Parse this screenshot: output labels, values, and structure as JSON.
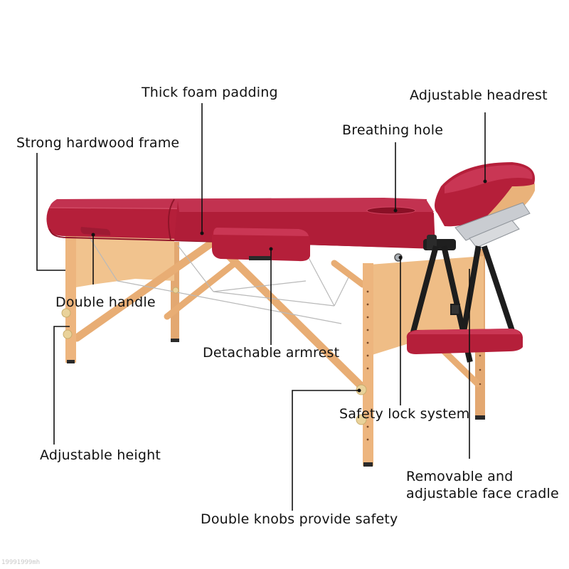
{
  "figure": {
    "subject": "Portable folding massage table",
    "colors": {
      "upholstery": "#b51f3a",
      "upholstery_shadow": "#8f1429",
      "upholstery_highlight": "#cf3a55",
      "wood": "#e9b27a",
      "wood_dark": "#cf925a",
      "panel": "#f1c38e",
      "strap": "#1d1d1d",
      "metal": "#c9ccd1",
      "leader_line": "#111111",
      "background": "#ffffff"
    }
  },
  "callouts": [
    {
      "id": "thick-foam-padding",
      "text": "Thick foam padding"
    },
    {
      "id": "adjustable-headrest",
      "text": "Adjustable headrest"
    },
    {
      "id": "strong-hardwood-frame",
      "text": "Strong hardwood frame"
    },
    {
      "id": "breathing-hole",
      "text": "Breathing hole"
    },
    {
      "id": "double-handle",
      "text": "Double handle"
    },
    {
      "id": "detachable-armrest",
      "text": "Detachable armrest"
    },
    {
      "id": "safety-lock-system",
      "text": "Safety lock system"
    },
    {
      "id": "adjustable-height",
      "text": "Adjustable height"
    },
    {
      "id": "removable-face-cradle",
      "text": "Removable and\nadjustable face cradle"
    },
    {
      "id": "double-knobs",
      "text": "Double knobs provide safety"
    }
  ],
  "watermark": "19991999mh"
}
